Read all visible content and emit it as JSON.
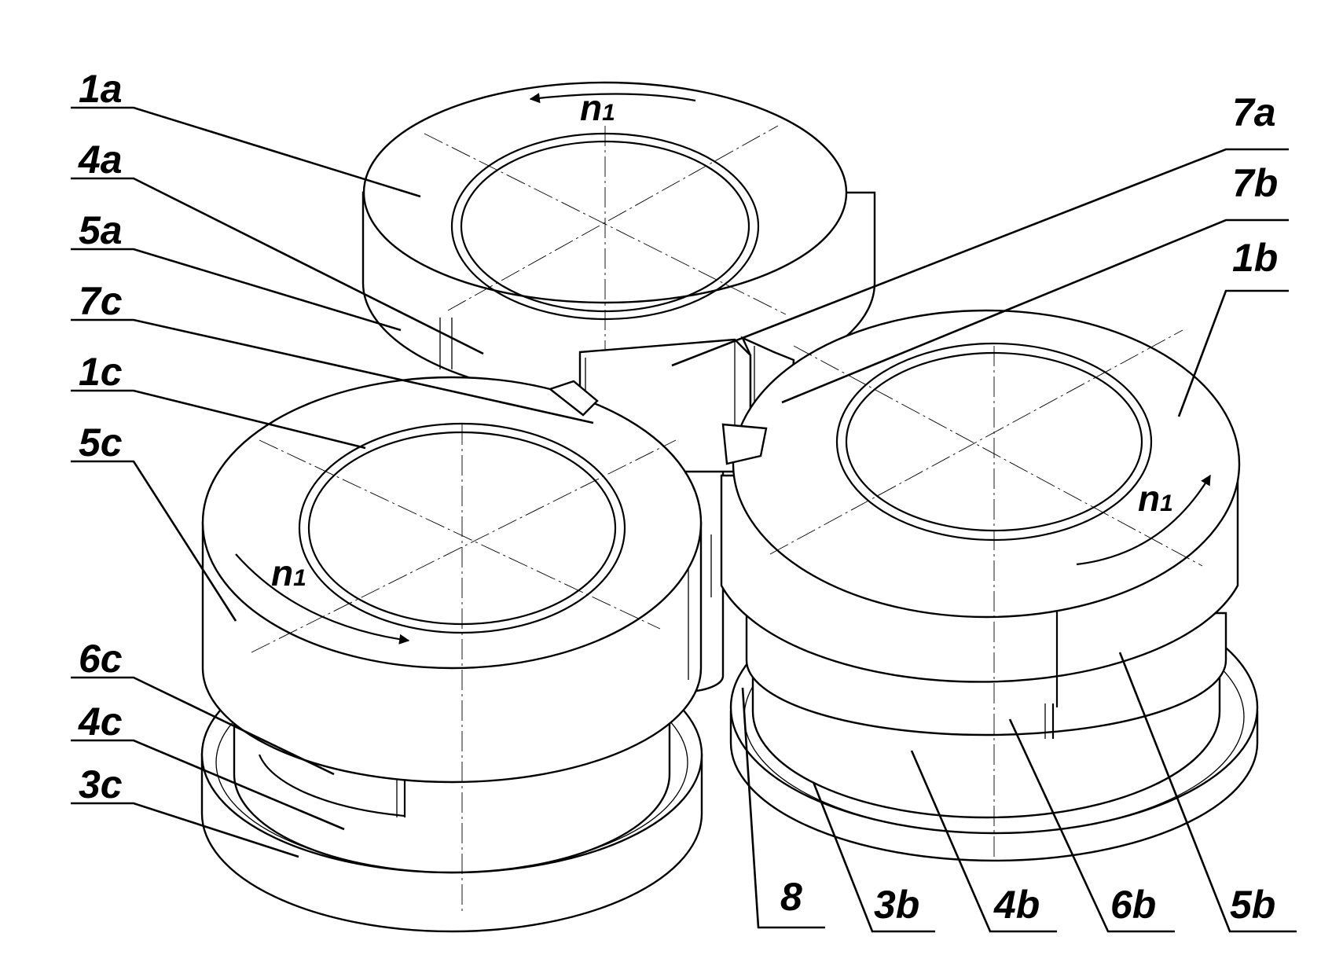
{
  "labels": {
    "l1a": "1a",
    "l4a": "4a",
    "l5a": "5a",
    "l7c": "7c",
    "l1c": "1c",
    "l5c": "5c",
    "l6c": "6c",
    "l4c": "4c",
    "l3c": "3c",
    "l7a": "7a",
    "l7b": "7b",
    "l1b": "1b",
    "l8": "8",
    "l3b": "3b",
    "l4b": "4b",
    "l6b": "6b",
    "l5b": "5b"
  },
  "rotation": {
    "symbol": "n",
    "subscript": "1"
  }
}
